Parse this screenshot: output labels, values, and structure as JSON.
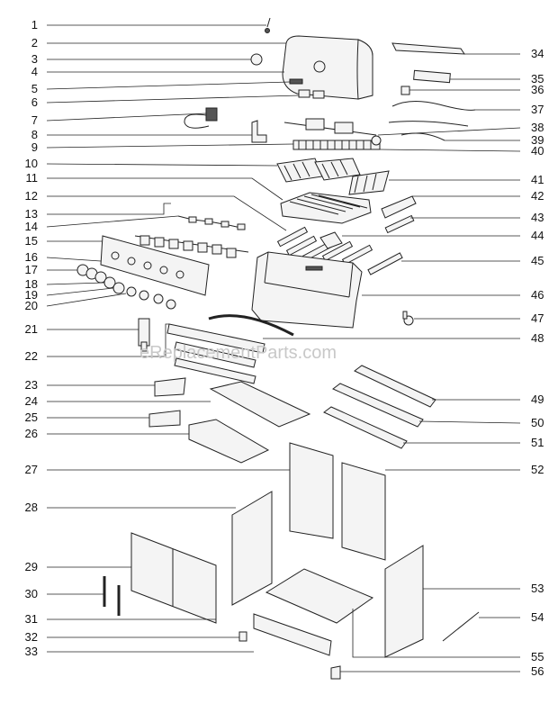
{
  "watermark": "eReplacementParts.com",
  "left_labels": [
    "1",
    "2",
    "3",
    "4",
    "5",
    "6",
    "7",
    "8",
    "9",
    "10",
    "11",
    "12",
    "13",
    "14",
    "15",
    "16",
    "17",
    "18",
    "19",
    "20",
    "21",
    "22",
    "23",
    "24",
    "25",
    "26",
    "27",
    "28",
    "29",
    "30",
    "31",
    "32",
    "33"
  ],
  "right_labels": [
    "34",
    "35",
    "36",
    "37",
    "38",
    "39",
    "40",
    "41",
    "42",
    "43",
    "44",
    "45",
    "46",
    "47",
    "48",
    "49",
    "50",
    "51",
    "52",
    "53",
    "54",
    "55",
    "56"
  ]
}
